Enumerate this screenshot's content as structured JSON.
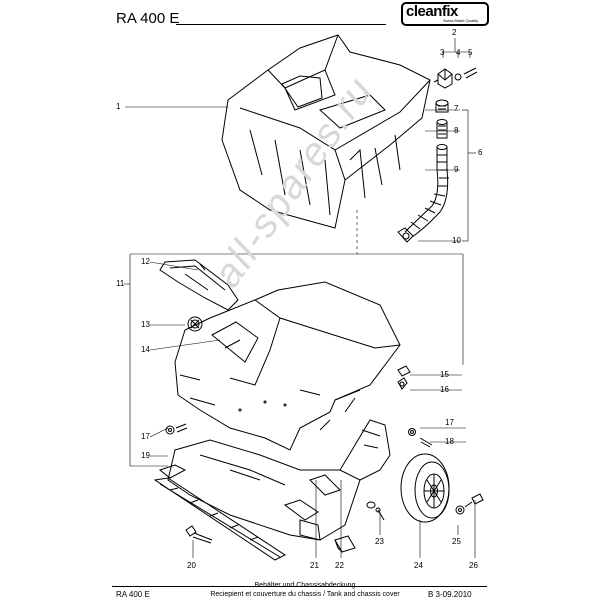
{
  "header": {
    "title": "RA 400 E",
    "logo_text": "cleanfix",
    "logo_tagline": "Swiss Made Quality"
  },
  "watermark": "all-spares.ru",
  "callouts": {
    "n1": "1",
    "n2": "2",
    "n3": "3",
    "n4": "4",
    "n5": "5",
    "n6": "6",
    "n7": "7",
    "n8": "8",
    "n9": "9",
    "n10": "10",
    "n11": "11",
    "n12": "12",
    "n13": "13",
    "n14": "14",
    "n15": "15",
    "n16": "16",
    "n17a": "17",
    "n17b": "17",
    "n18": "18",
    "n19": "19",
    "n20": "20",
    "n21": "21",
    "n22": "22",
    "n23": "23",
    "n24": "24",
    "n25": "25",
    "n26": "26"
  },
  "footer": {
    "model": "RA 400 E",
    "title_de": "Behälter und Chassisabdeckung",
    "title_fr_en": "Reciepient et couverture du chassis / Tank and chassis cover",
    "doc_ref": "B 3-09.2010"
  }
}
